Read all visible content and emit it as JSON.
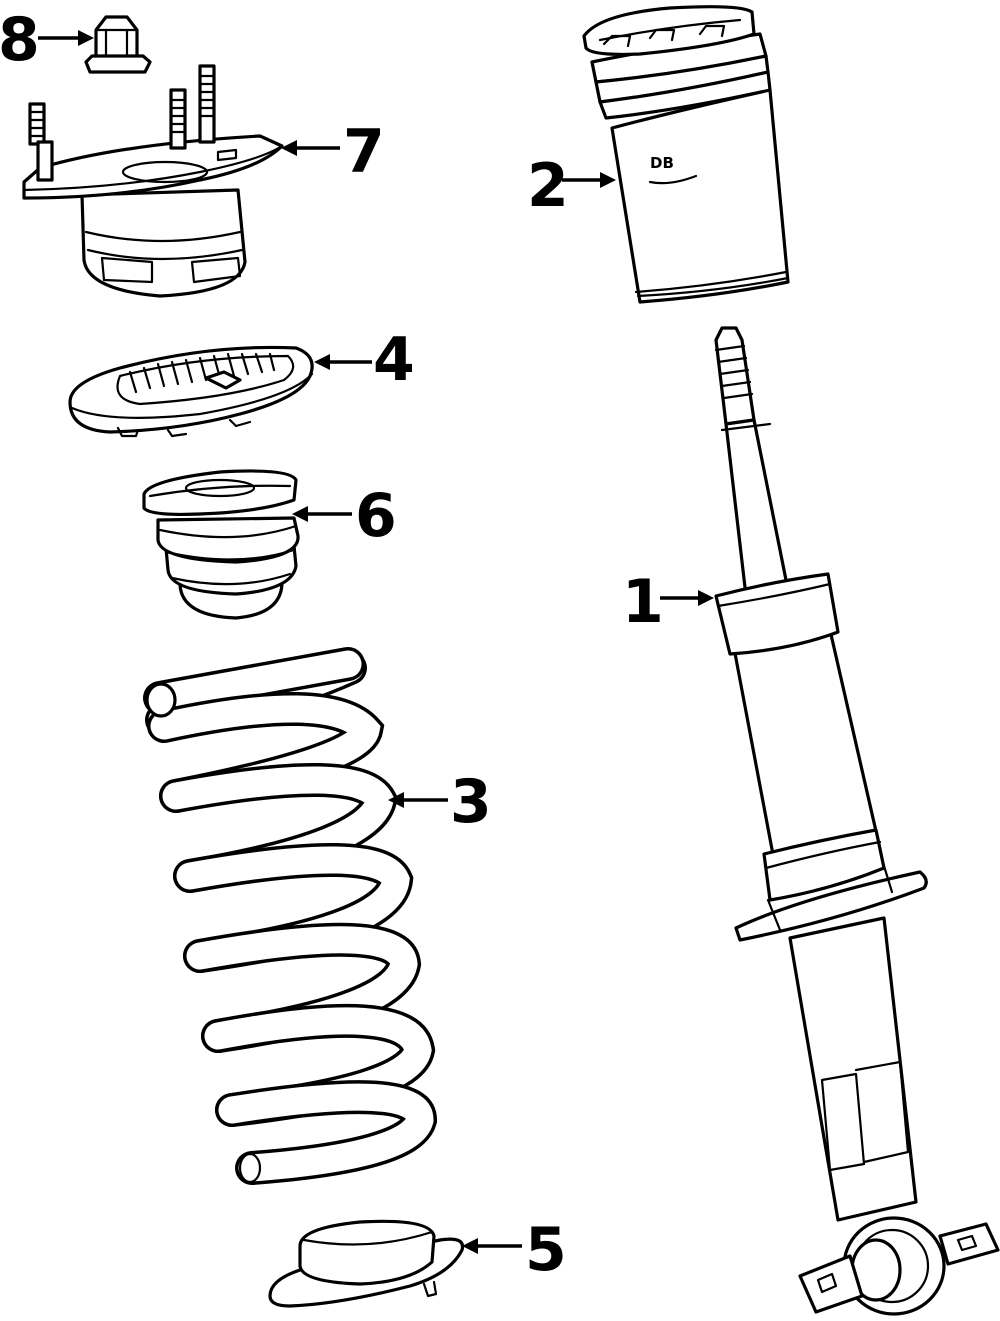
{
  "callouts": [
    {
      "id": "1",
      "label": "1"
    },
    {
      "id": "2",
      "label": "2"
    },
    {
      "id": "3",
      "label": "3"
    },
    {
      "id": "4",
      "label": "4"
    },
    {
      "id": "5",
      "label": "5"
    },
    {
      "id": "6",
      "label": "6"
    },
    {
      "id": "7",
      "label": "7"
    },
    {
      "id": "8",
      "label": "8"
    }
  ],
  "markings": {
    "dust_boot_text": "DB"
  },
  "colors": {
    "line": "#000000",
    "background": "#ffffff"
  }
}
